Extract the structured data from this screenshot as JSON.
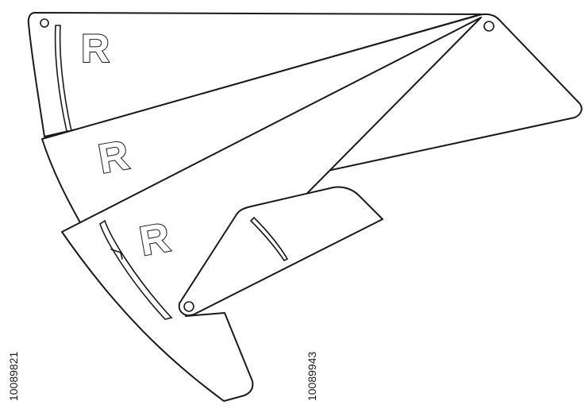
{
  "panels": {
    "top": {
      "mark": "R"
    },
    "middle": {
      "mark": "R"
    },
    "bottom": {
      "mark": "R"
    }
  },
  "codes": {
    "left": "10089821",
    "right": "10089943"
  },
  "colors": {
    "line": "#1a1a1a",
    "background": "#ffffff"
  }
}
